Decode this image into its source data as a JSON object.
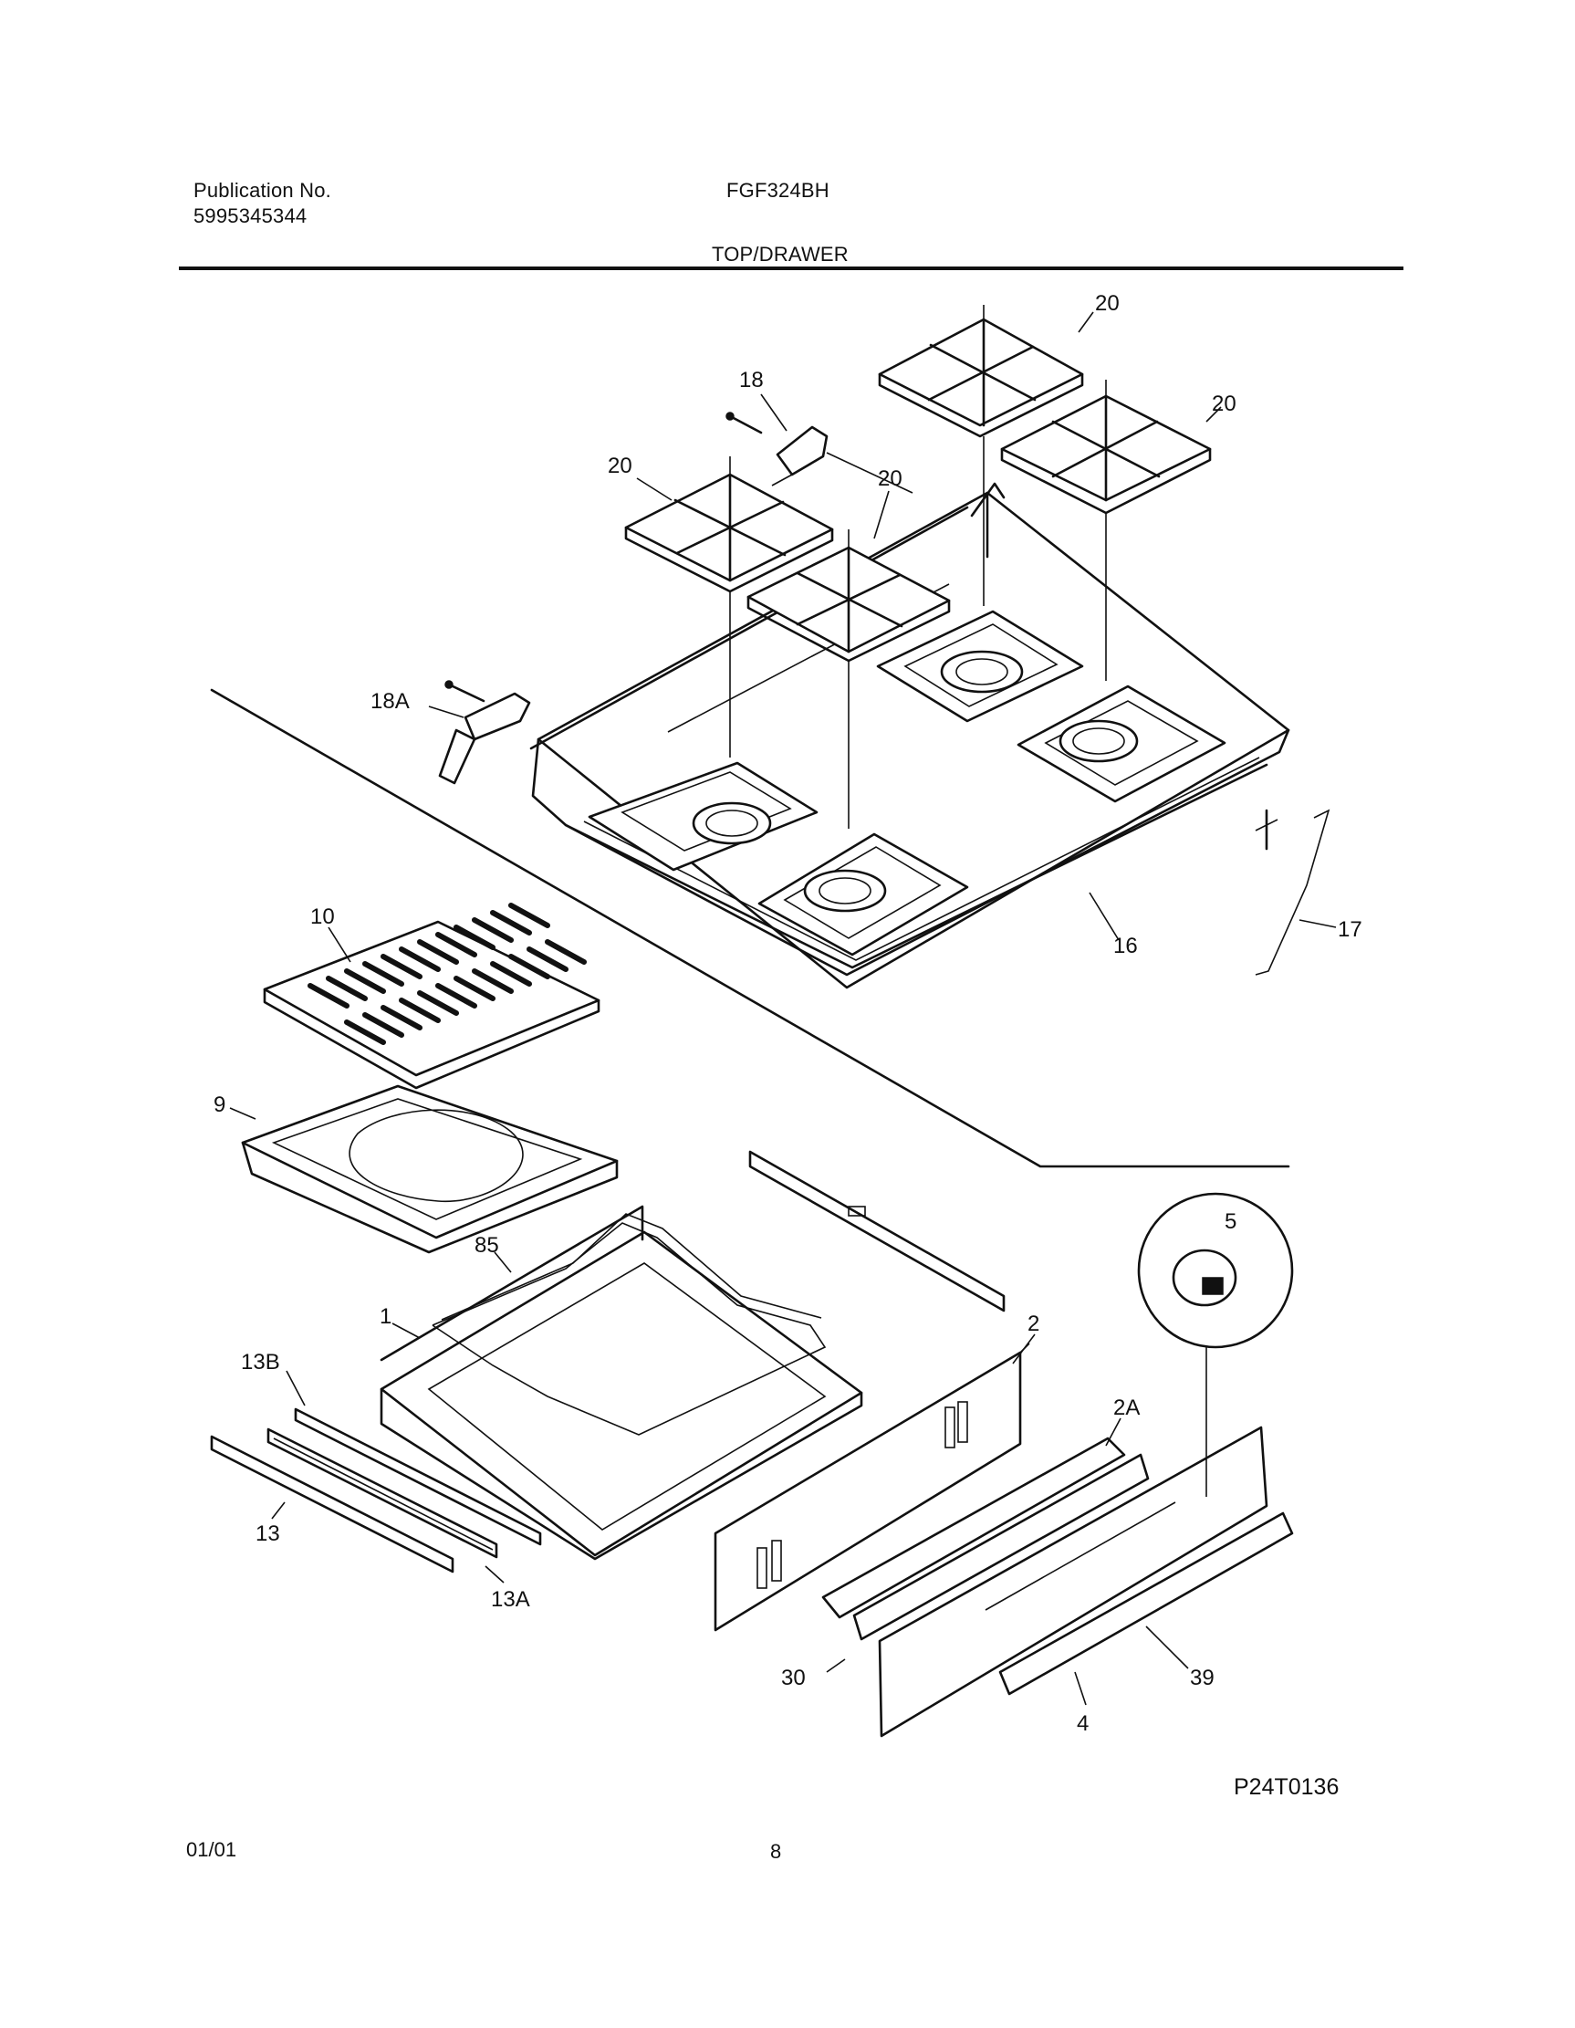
{
  "header": {
    "publication_label": "Publication No.",
    "publication_number": "5995345344",
    "model": "FGF324BH",
    "section_title": "TOP/DRAWER"
  },
  "callouts": {
    "c20a": "20",
    "c20b": "20",
    "c20c": "20",
    "c20d": "20",
    "c18": "18",
    "c18a": "18A",
    "c16": "16",
    "c17": "17",
    "c10": "10",
    "c9": "9",
    "c85": "85",
    "c1": "1",
    "c13b": "13B",
    "c13": "13",
    "c13a": "13A",
    "c2": "2",
    "c2a": "2A",
    "c5": "5",
    "c30": "30",
    "c39": "39",
    "c4": "4"
  },
  "figure_id": "P24T0136",
  "footer": {
    "date": "01/01",
    "page_number": "8"
  }
}
